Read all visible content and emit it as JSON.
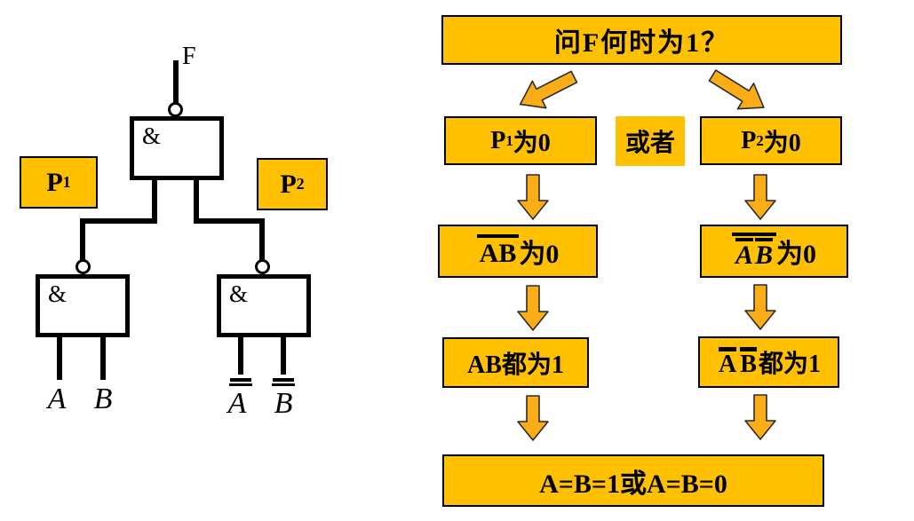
{
  "colors": {
    "box_fill": "#FFC000",
    "arrow_fill": "#FBAD18",
    "line": "#000000"
  },
  "circuit": {
    "output_label": "F",
    "gate_symbol": "&",
    "p1": {
      "base": "P",
      "sub": "1"
    },
    "p2": {
      "base": "P",
      "sub": "2"
    },
    "inputs_left": {
      "a": "A",
      "b": "B"
    },
    "inputs_right": {
      "a": "A",
      "b": "B"
    }
  },
  "flowchart": {
    "title": "问F何时为1？",
    "or_label": "或者",
    "left_branch": {
      "step1": {
        "base": "P",
        "sub": "1",
        "rest": "为0"
      },
      "step2": {
        "overline_group": "AB",
        "rest": "为0"
      },
      "step3": "AB都为1"
    },
    "right_branch": {
      "step1": {
        "base": "P",
        "sub": "2",
        "rest": "为0"
      },
      "step2": {
        "a": "A",
        "b": "B",
        "rest": "为0"
      },
      "step3": {
        "a": "A",
        "b": "B",
        "rest": "都为1"
      }
    },
    "conclusion": "A=B=1或A=B=0"
  }
}
